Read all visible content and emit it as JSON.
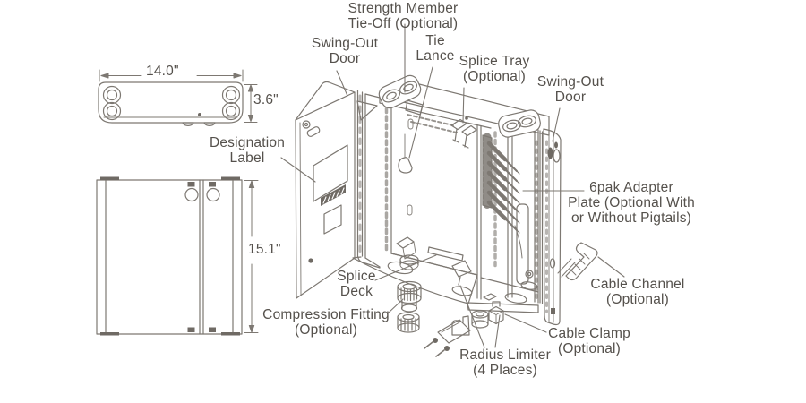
{
  "figure": {
    "type": "technical-line-diagram",
    "subject": "wall-mount fiber enclosure exploded/callout view"
  },
  "colors": {
    "line": "#7d7872",
    "text": "#55514c",
    "dark_fill": "#6f6a64",
    "background": "#ffffff"
  },
  "dimensions": {
    "top_width": "14.0\"",
    "top_depth": "3.6\"",
    "front_height": "15.1\""
  },
  "callouts": [
    {
      "id": "strength-member-tie-off",
      "lines": [
        "Strength Member",
        "Tie-Off (Optional)"
      ]
    },
    {
      "id": "swing-out-door-left",
      "lines": [
        "Swing-Out",
        "Door"
      ]
    },
    {
      "id": "tie-lance",
      "lines": [
        "Tie",
        "Lance"
      ]
    },
    {
      "id": "splice-tray",
      "lines": [
        "Splice Tray",
        "(Optional)"
      ]
    },
    {
      "id": "swing-out-door-right",
      "lines": [
        "Swing-Out",
        "Door"
      ]
    },
    {
      "id": "designation-label",
      "lines": [
        "Designation",
        "Label"
      ]
    },
    {
      "id": "sixpak-adapter-plate",
      "lines": [
        "6pak Adapter",
        "Plate (Optional With",
        "or Without Pigtails)"
      ]
    },
    {
      "id": "cable-channel",
      "lines": [
        "Cable Channel",
        "(Optional)"
      ]
    },
    {
      "id": "splice-deck",
      "lines": [
        "Splice",
        "Deck"
      ]
    },
    {
      "id": "compression-fitting",
      "lines": [
        "Compression Fitting",
        "(Optional)"
      ]
    },
    {
      "id": "radius-limiter",
      "lines": [
        "Radius Limiter",
        "(4 Places)"
      ]
    },
    {
      "id": "cable-clamp",
      "lines": [
        "Cable Clamp",
        "(Optional)"
      ]
    }
  ]
}
